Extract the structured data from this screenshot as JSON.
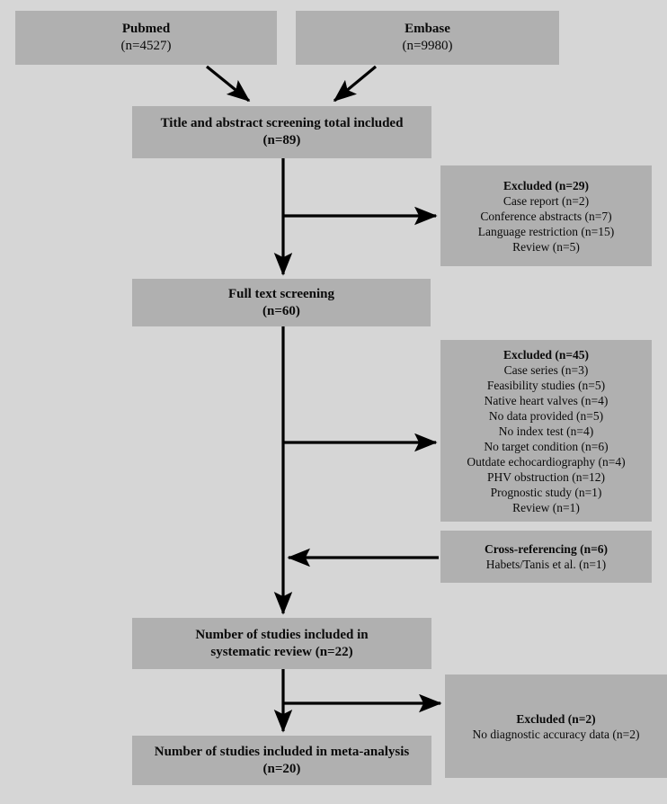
{
  "figure": {
    "type": "prisma-flow-diagram",
    "background_color": "#d6d6d6",
    "box_color": "#b0b0b0",
    "line_color": "#000000"
  },
  "nodes": {
    "pubmed": {
      "title": "Pubmed",
      "count": "(n=4527)"
    },
    "embase": {
      "title": "Embase",
      "count": "(n=9980)"
    },
    "title_abstract": {
      "title": "Title and abstract screening total included",
      "count": "(n=89)"
    },
    "fulltext": {
      "title": "Full text screening",
      "count": "(n=60)"
    },
    "systematic_review": {
      "title": "Number of studies included in",
      "count": "systematic review (n=22)"
    },
    "meta_analysis": {
      "title": "Number of studies included in meta-analysis",
      "count": "(n=20)"
    },
    "excluded_1": {
      "heading": "Excluded (n=29)",
      "reasons": [
        "Case report (n=2)",
        "Conference abstracts (n=7)",
        "Language restriction (n=15)",
        "Review (n=5)"
      ]
    },
    "excluded_2": {
      "heading": "Excluded (n=45)",
      "reasons": [
        "Case series (n=3)",
        "Feasibility studies (n=5)",
        "Native heart valves (n=4)",
        "No data provided (n=5)",
        "No index test (n=4)",
        "No target condition (n=6)",
        "Outdate echocardiography (n=4)",
        "PHV obstruction (n=12)",
        "Prognostic study (n=1)",
        "Review (n=1)"
      ]
    },
    "cross_referencing": {
      "heading": "Cross-referencing (n=6)",
      "reasons": [
        "Habets/Tanis et al. (n=1)"
      ]
    },
    "excluded_3": {
      "heading": "Excluded (n=2)",
      "reasons": [
        "No diagnostic accuracy data (n=2)"
      ]
    }
  },
  "chart_data": {
    "type": "diagram",
    "title": "PRISMA study selection flow diagram",
    "stages": [
      {
        "label": "Pubmed",
        "n": 4527
      },
      {
        "label": "Embase",
        "n": 9980
      },
      {
        "label": "Title and abstract screening total included",
        "n": 89
      },
      {
        "label": "Full text screening",
        "n": 60
      },
      {
        "label": "Number of studies included in systematic review",
        "n": 22
      },
      {
        "label": "Number of studies included in meta-analysis",
        "n": 20
      }
    ],
    "exclusions": [
      {
        "after_stage": "Title and abstract screening total included",
        "total": 29,
        "reasons": [
          {
            "label": "Case report",
            "n": 2
          },
          {
            "label": "Conference abstracts",
            "n": 7
          },
          {
            "label": "Language restriction",
            "n": 15
          },
          {
            "label": "Review",
            "n": 5
          }
        ]
      },
      {
        "after_stage": "Full text screening",
        "total": 45,
        "reasons": [
          {
            "label": "Case series",
            "n": 3
          },
          {
            "label": "Feasibility studies",
            "n": 5
          },
          {
            "label": "Native heart valves",
            "n": 4
          },
          {
            "label": "No data provided",
            "n": 5
          },
          {
            "label": "No index test",
            "n": 4
          },
          {
            "label": "No target condition",
            "n": 6
          },
          {
            "label": "Outdate echocardiography",
            "n": 4
          },
          {
            "label": "PHV obstruction",
            "n": 12
          },
          {
            "label": "Prognostic study",
            "n": 1
          },
          {
            "label": "Review",
            "n": 1
          }
        ]
      },
      {
        "after_stage": "Number of studies included in systematic review",
        "total": 2,
        "reasons": [
          {
            "label": "No diagnostic accuracy data",
            "n": 2
          }
        ]
      }
    ],
    "additions": [
      {
        "into_stage": "Number of studies included in systematic review",
        "label": "Cross-referencing",
        "total": 6,
        "reasons": [
          {
            "label": "Habets/Tanis et al.",
            "n": 1
          }
        ]
      }
    ]
  }
}
